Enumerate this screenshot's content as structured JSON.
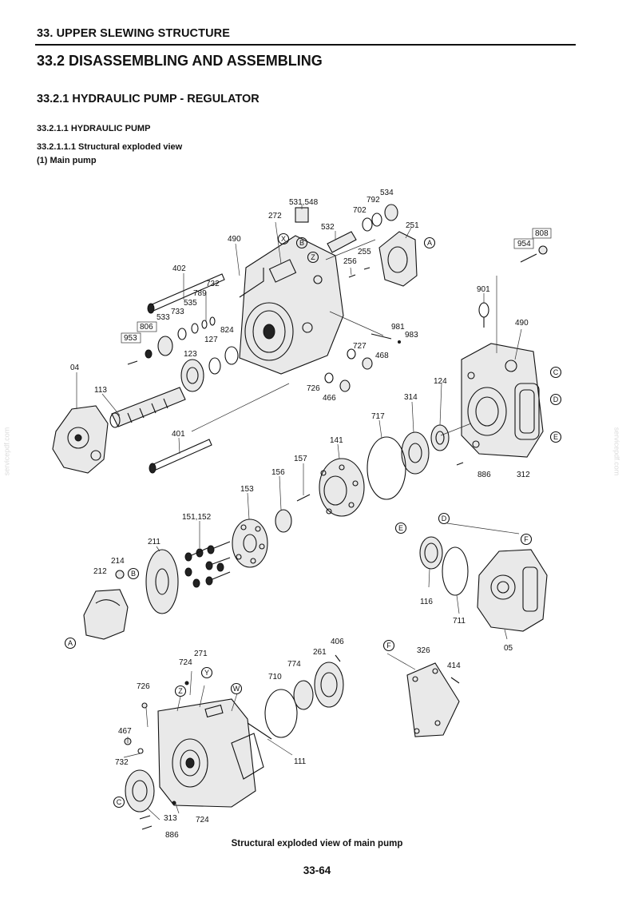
{
  "header": {
    "chapter": "33.  UPPER SLEWING STRUCTURE",
    "section": "33.2    DISASSEMBLING AND ASSEMBLING",
    "subsection": "33.2.1   HYDRAULIC PUMP - REGULATOR",
    "sub_sub": "33.2.1.1 HYDRAULIC PUMP",
    "sub_sub_sub": "33.2.1.1.1 Structural exploded view",
    "item": "(1)  Main pump"
  },
  "diagram": {
    "labels": {
      "p531": "531,548",
      "p534": "534",
      "p792": "792",
      "p702": "702",
      "p272": "272",
      "p532": "532",
      "p251": "251",
      "p490a": "490",
      "p256": "256",
      "p255": "255",
      "p808": "808",
      "p954": "954",
      "p402": "402",
      "p732a": "732",
      "p789": "789",
      "p535": "535",
      "p533": "533",
      "p733": "733",
      "p806": "806",
      "p824": "824",
      "p953": "953",
      "p127": "127",
      "p123": "123",
      "p901": "901",
      "p490b": "490",
      "p981": "981",
      "p983": "983",
      "p727": "727",
      "p468": "468",
      "p04": "04",
      "p113": "113",
      "p726a": "726",
      "p466": "466",
      "p124": "124",
      "p314": "314",
      "p717": "717",
      "p401": "401",
      "p141": "141",
      "p886a": "886",
      "p312": "312",
      "p157": "157",
      "p156": "156",
      "p153": "153",
      "p151": "151,152",
      "p211": "211",
      "p214": "214",
      "p212": "212",
      "p116": "116",
      "p711": "711",
      "p05": "05",
      "p406": "406",
      "p271": "271",
      "p724a": "724",
      "p261": "261",
      "p774": "774",
      "p710": "710",
      "p326": "326",
      "p414": "414",
      "p726b": "726",
      "p467": "467",
      "p111": "111",
      "p732b": "732",
      "p313": "313",
      "p724b": "724",
      "p886b": "886"
    },
    "markers": {
      "X": "X",
      "Y": "Y",
      "Z1": "Z",
      "Z2": "Z",
      "W": "W",
      "A1": "A",
      "A2": "A",
      "B1": "B",
      "B2": "B",
      "C1": "C",
      "C2": "C",
      "D1": "D",
      "D2": "D",
      "E1": "E",
      "E2": "E",
      "F1": "F",
      "F2": "F"
    }
  },
  "caption": "Structural exploded view of main pump",
  "page_number": "33-64",
  "watermark": "servicepdf.com"
}
